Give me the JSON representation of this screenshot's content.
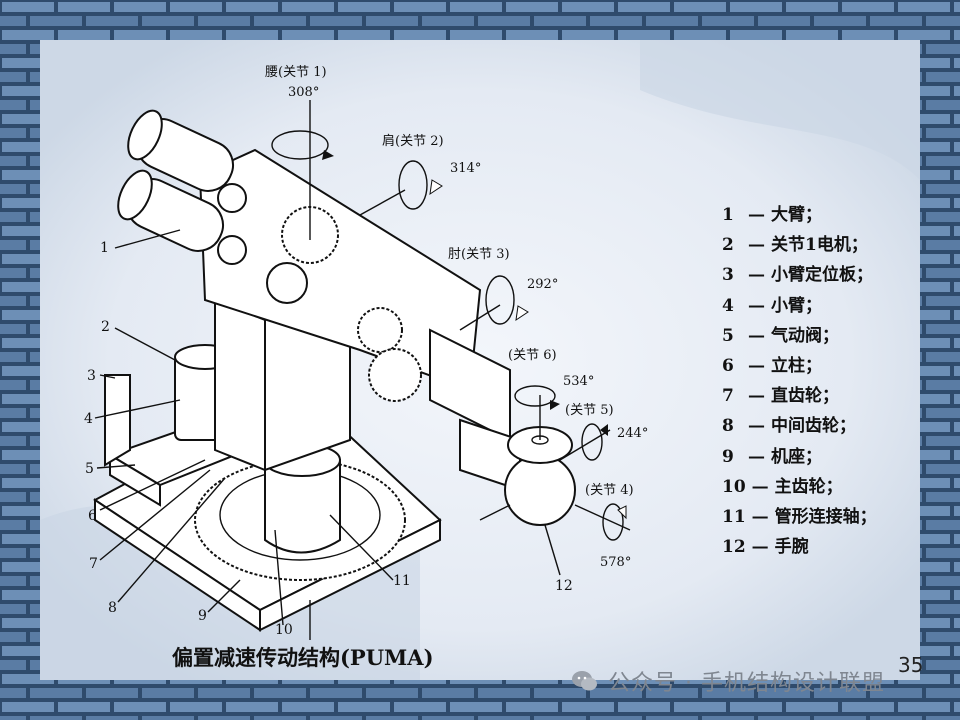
{
  "caption": "偏置减速传动结构(PUMA)",
  "page_number": "35",
  "watermark": {
    "text": "公众号 · 手机结构设计联盟",
    "logo_icon": "wechat-logo"
  },
  "legend": [
    {
      "num": "1",
      "label": "大臂；"
    },
    {
      "num": "2",
      "label": "关节1电机；"
    },
    {
      "num": "3",
      "label": "小臂定位板；"
    },
    {
      "num": "4",
      "label": "小臂；"
    },
    {
      "num": "5",
      "label": "气动阀；"
    },
    {
      "num": "6",
      "label": "立柱；"
    },
    {
      "num": "7",
      "label": "直齿轮；"
    },
    {
      "num": "8",
      "label": "中间齿轮；"
    },
    {
      "num": "9",
      "label": "机座；"
    },
    {
      "num": "10",
      "label": "主齿轮；"
    },
    {
      "num": "11",
      "label": "管形连接轴；"
    },
    {
      "num": "12",
      "label": "手腕"
    }
  ],
  "joints": {
    "j1": {
      "label": "腰(关节 1)",
      "angle": "308°"
    },
    "j2": {
      "label": "肩(关节 2)",
      "angle": "314°"
    },
    "j3": {
      "label": "肘(关节 3)",
      "angle": "292°"
    },
    "j6": {
      "label": "(关节 6)",
      "angle": "534°"
    },
    "j5": {
      "label": "(关节 5)",
      "angle": "244°"
    },
    "j4": {
      "label": "(关节 4)",
      "angle": "578°"
    }
  },
  "part_numbers": [
    "1",
    "2",
    "3",
    "4",
    "5",
    "6",
    "7",
    "8",
    "9",
    "10",
    "11",
    "12"
  ],
  "colors": {
    "background": "#d4dde9",
    "frame": "#3e5d80",
    "text": "#111111"
  }
}
